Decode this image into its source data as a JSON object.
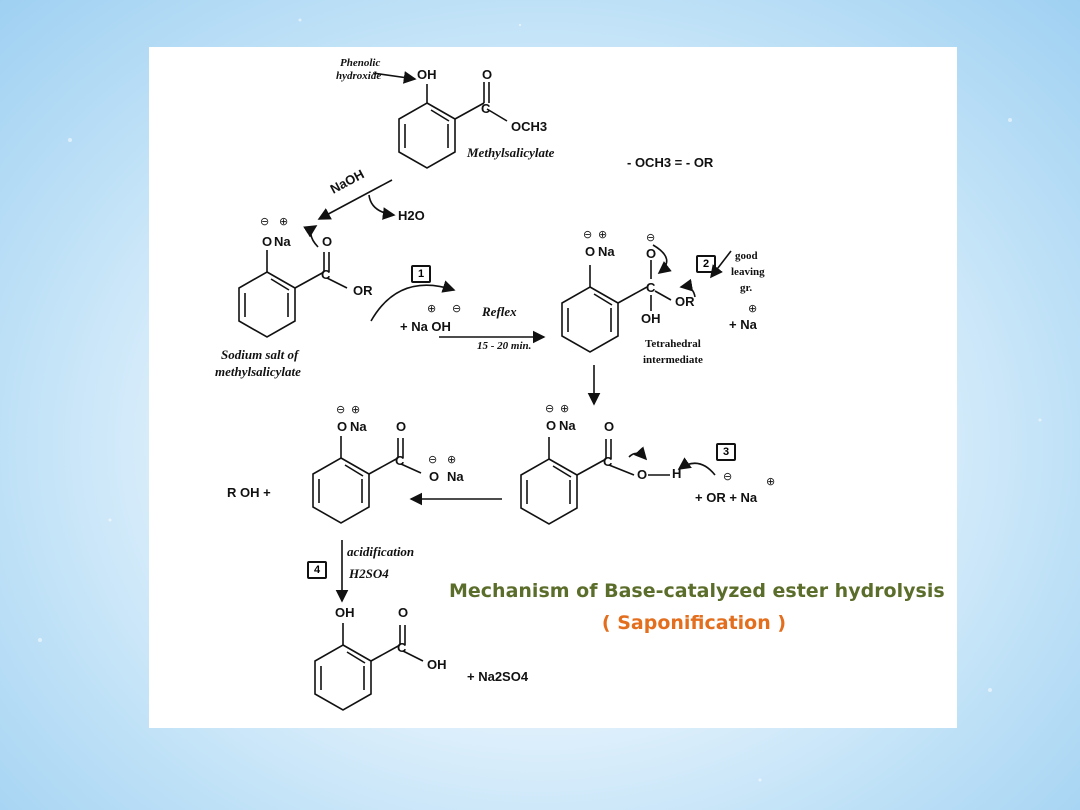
{
  "labels": {
    "phenolic": "Phenolic",
    "hydroxide": "hydroxide",
    "oh": "OH",
    "o": "O",
    "och3": "OCH3",
    "methylsalicylate": "Methylsalicylate",
    "och3_eq_or": "- OCH3  =  - OR",
    "naoh": "NaOH",
    "h2o": "H2O",
    "na": "Na",
    "c": "C",
    "or": "OR",
    "step1": "1",
    "step2": "2",
    "step3": "3",
    "step4": "4",
    "plus_naoh": "+  Na OH",
    "reflex": "Reflex",
    "time": "15 - 20 min.",
    "sodium_salt_1": "Sodium salt of",
    "sodium_salt_2": "methylsalicylate",
    "good": "good",
    "leaving": "leaving",
    "gr": "gr.",
    "plus_na": "+  Na",
    "tetrahedral": "Tetrahedral",
    "intermediate": "intermediate",
    "h": "H",
    "plus_or_na": "+  OR  +  Na",
    "roh": "R OH  +",
    "acidification": "acidification",
    "h2so4": "H2SO4",
    "plus_na2so4": "+  Na2SO4",
    "minus": "⊖",
    "plus": "⊕"
  },
  "title": "Mechanism of Base-catalyzed ester hydrolysis",
  "subtitle": "( Saponification )",
  "colors": {
    "title": "#5b6d2a",
    "subtitle": "#e36f1e"
  }
}
